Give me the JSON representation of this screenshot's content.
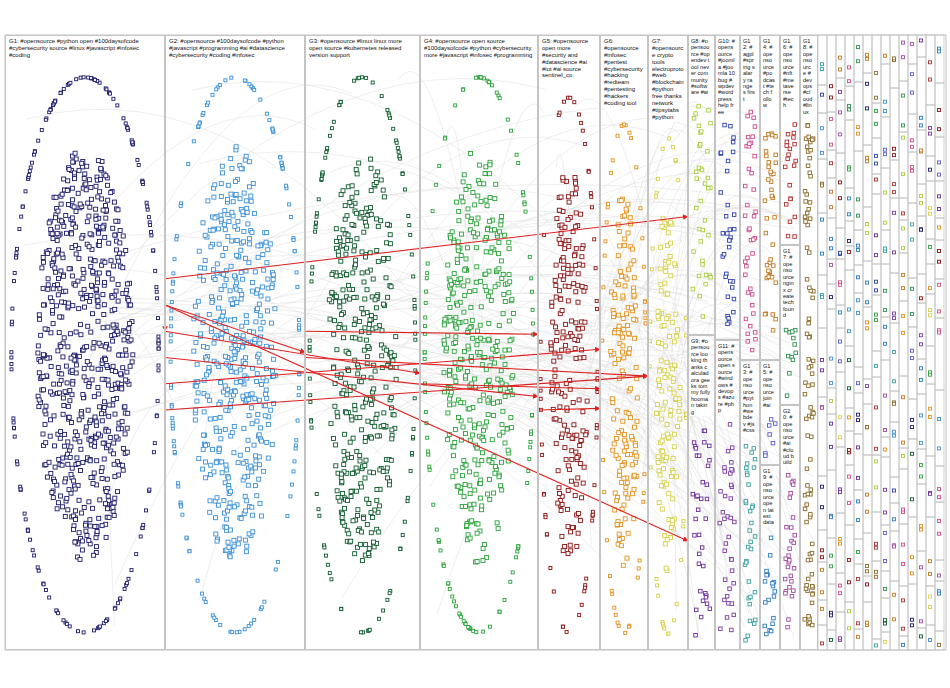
{
  "diagram": {
    "nodes": [
      {
        "text": [
          "G1: #opensource #python open #100daysofcode #cybersecurity source #linux #javascript #infosec #coding"
        ]
      },
      {
        "text": [
          "G2: #opensource #100daysofcode #python #javascript #programming #ai #datascience #cybersecurity #coding #infosec"
        ]
      },
      {
        "text": [
          "G3: #opensource #linux linux more open source #kubernetes released version support"
        ]
      },
      {
        "text": [
          "G4: #opensource open source #100daysofcode #python #cybersecurity more #javascript #infosec #programming"
        ]
      },
      {
        "text": [
          "G5: #opensource open more #security and #datascience #ai #iot #ai source sentinel_co"
        ]
      },
      {
        "text": [
          "G6: #opensource #infosec #pentest #cybersecurity #hacking #redteam #pentesting #hackers #coding tool"
        ]
      },
      {
        "text": [
          "G7: #opensource crypto tools electroproto #web #blockchain #python free thanks network #tipsytabs #python"
        ]
      },
      {
        "text": [
          "G8: #opensource #opendev tool never community #software #ai"
        ]
      },
      {
        "text": [
          "G9: #opensource looking thanks calculadora geeks tommy fully hooman taking"
        ]
      },
      {
        "text": [
          "G10: #opensource #joomla #joomla 10 bug #wpdev #wordpress help free"
        ]
      },
      {
        "text": [
          "G11: #opensource open source #windows #devops #azure #php"
        ]
      },
      {
        "text": [
          "G12: #agpl #spring salary ranges first"
        ]
      },
      {
        "text": [
          "G13: #opensource #python #webdev #js #css"
        ]
      },
      {
        "text": [
          "G14: #opensource #podcast #tech follow"
        ]
      },
      {
        "text": [
          "G15: #opensource join #ai"
        ]
      },
      {
        "text": [
          "G16: #opensource #nft #metaverse #tech"
        ]
      },
      {
        "text": [
          "G17: #opensource nginx create tech found"
        ]
      },
      {
        "text": [
          "G18: #opensource #devops #cloud #linux"
        ]
      },
      {
        "text": [
          "G19: #opensource open latest data"
        ]
      },
      {
        "text": [
          "G20: #opensource #ai #cloud build"
        ]
      }
    ],
    "edges": [
      {
        "from": 0,
        "to": 1,
        "arrow": "to"
      },
      {
        "from": 0,
        "to": 2,
        "arrow": "to"
      },
      {
        "from": 0,
        "to": 3,
        "arrow": "to"
      },
      {
        "from": 0,
        "to": 4,
        "arrow": "to"
      },
      {
        "from": 0,
        "to": 5,
        "arrow": "to"
      },
      {
        "from": 0,
        "to": 6,
        "arrow": "to"
      },
      {
        "from": 0,
        "to": 7,
        "arrow": "to"
      },
      {
        "from": 0,
        "to": 8,
        "arrow": "to"
      },
      {
        "from": 1,
        "to": 4,
        "arrow": "to"
      },
      {
        "from": 1,
        "to": 6,
        "arrow": "to"
      },
      {
        "from": 2,
        "to": 5,
        "arrow": "to"
      },
      {
        "from": 3,
        "to": 5,
        "arrow": "to"
      }
    ]
  }
}
